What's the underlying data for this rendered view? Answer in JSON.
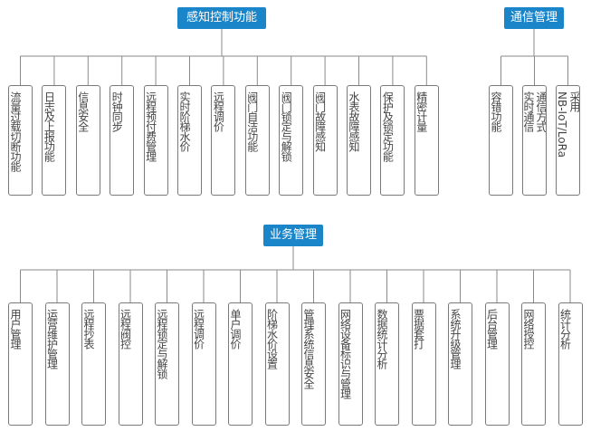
{
  "sections": {
    "sense": {
      "title": "感知控制功能",
      "items": [
        "流量过载切断功能",
        "日志及上报功能",
        "信息安全",
        "时钟同步",
        "远程预付费管理",
        "实时阶梯水价",
        "远程调价",
        "阀门自洁功能",
        "阀门锁定与解锁",
        "阀门故障感知",
        "水表故障感知",
        "保护及锁定功能",
        "精密计量"
      ]
    },
    "comm": {
      "title": "通信管理",
      "items": [
        {
          "text": "容错功能"
        },
        {
          "lines": [
            "通信方式",
            "实时通信"
          ]
        },
        {
          "lines": [
            "采用",
            "NB-IoT/LoRa"
          ]
        }
      ]
    },
    "biz": {
      "title": "业务管理",
      "items": [
        "用户管理",
        "运营维护管理",
        "远程抄表",
        "远程阀控",
        "远程锁定与解锁",
        "远程调价",
        "单户调价",
        "阶梯水价设置",
        "管理系统信息安全",
        "网络设备标识与管理",
        "数据统计分析",
        "票据套打",
        "系统升级管理",
        "后台管理",
        "网络授控",
        "统计分析"
      ]
    }
  }
}
